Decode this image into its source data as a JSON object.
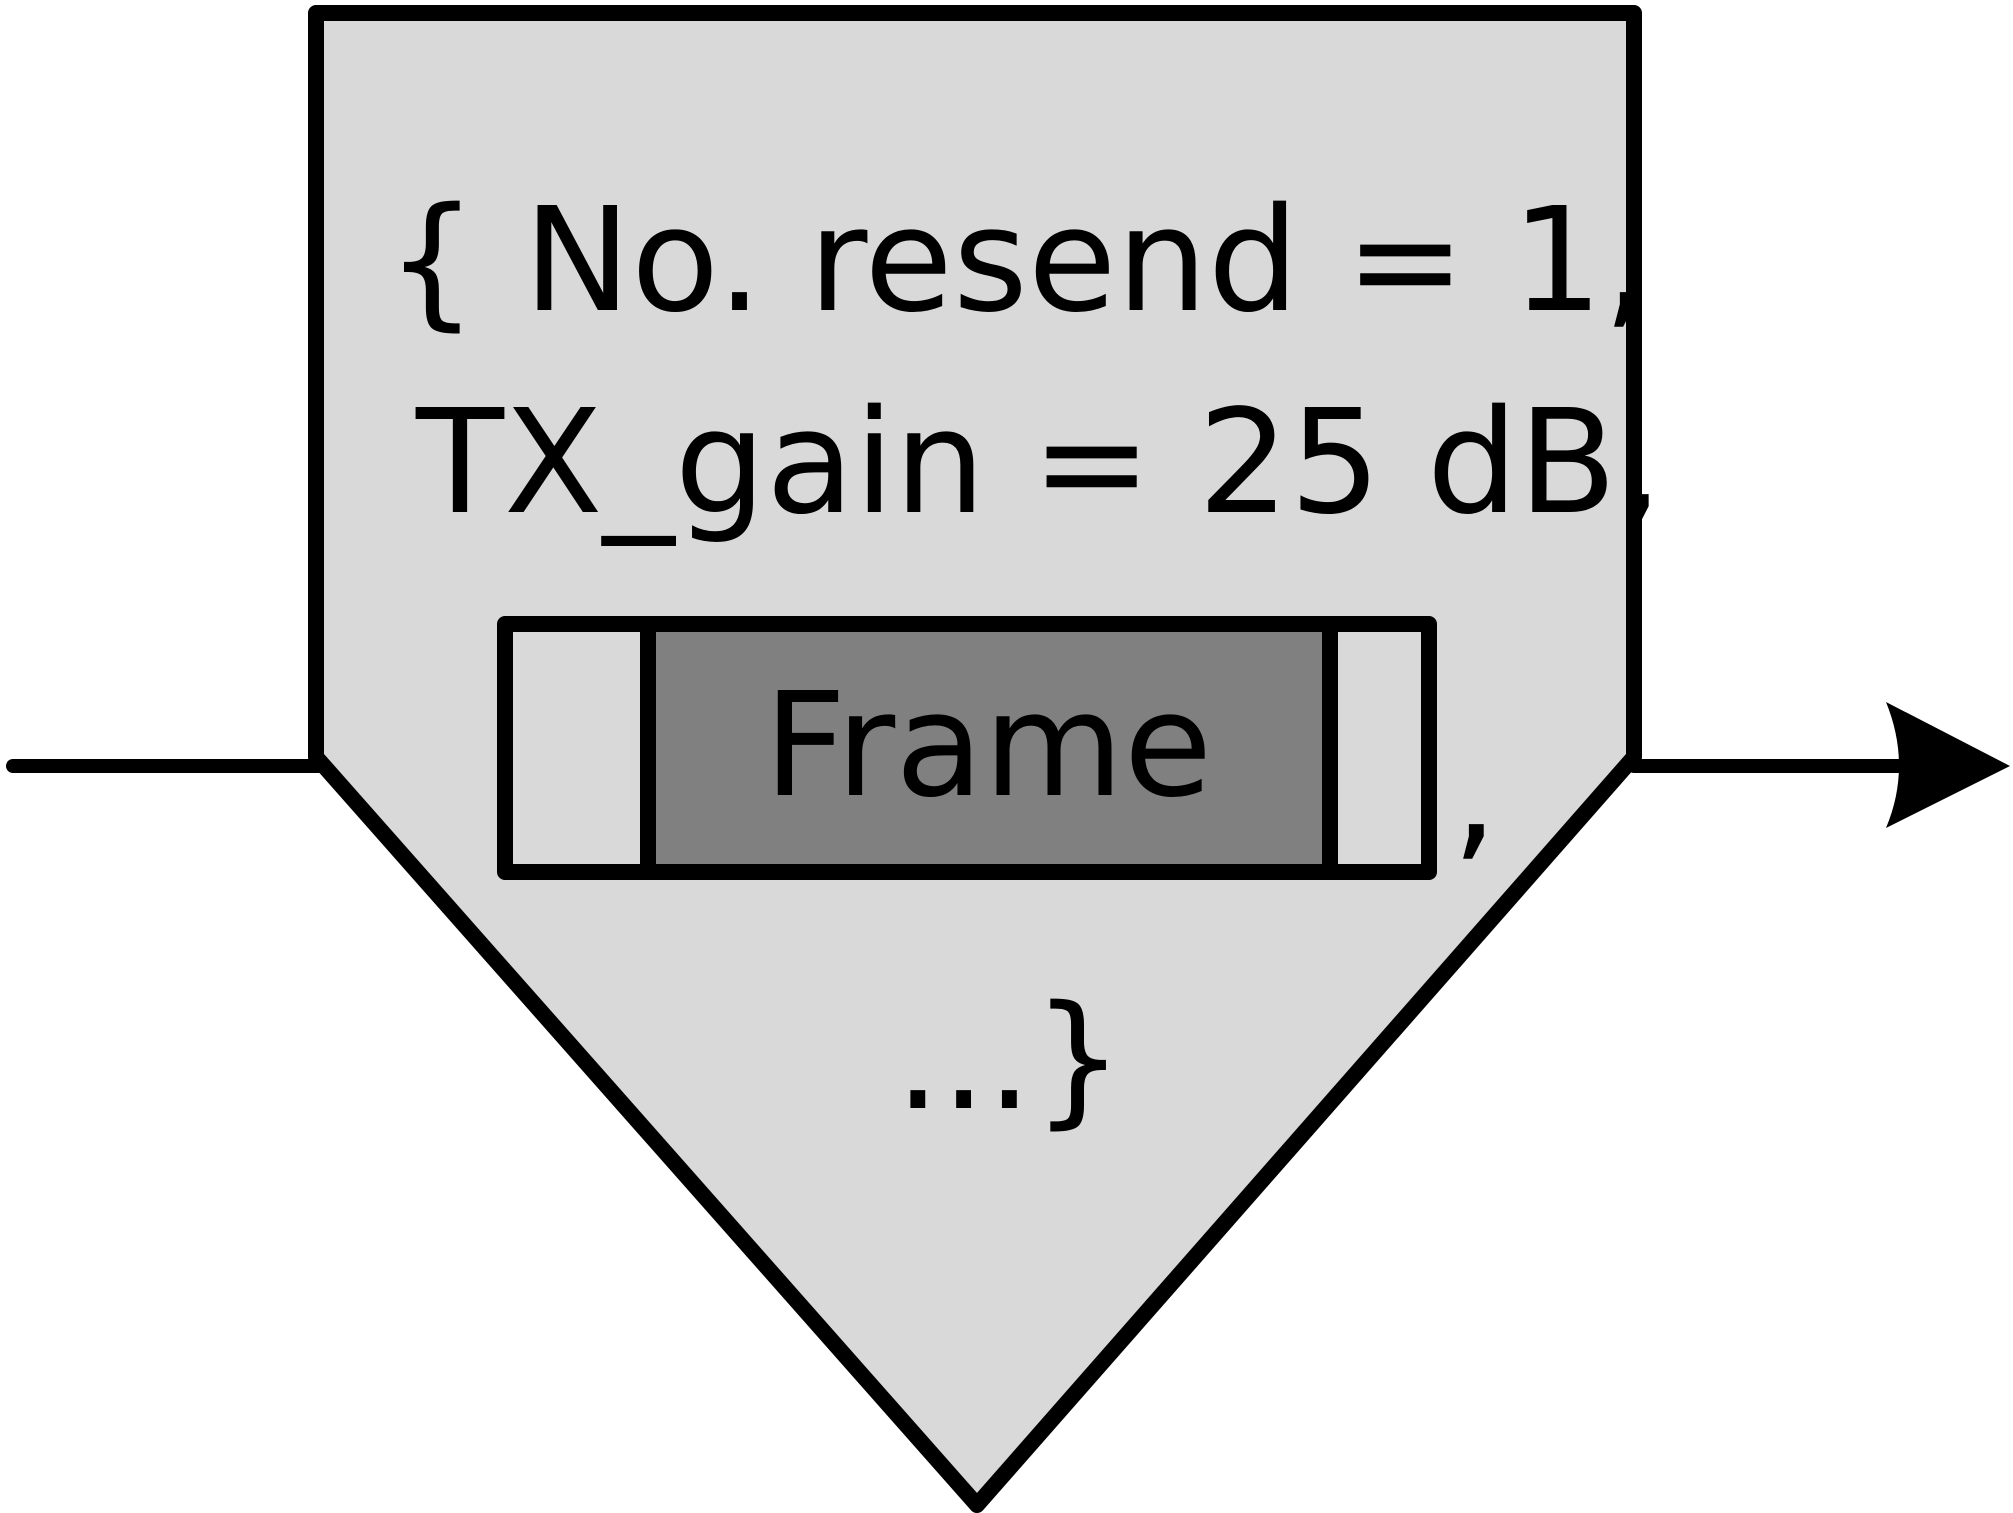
{
  "diagram": {
    "line1": "{ No. resend = 1,",
    "line2": "TX_gain = 25 dB,",
    "frame_label": "Frame",
    "frame_comma": ",",
    "closing": "...}"
  },
  "colors": {
    "pentagon_fill": "#d9d9d9",
    "frame_fill": "#808080",
    "outline": "#000000",
    "background": "#ffffff"
  }
}
